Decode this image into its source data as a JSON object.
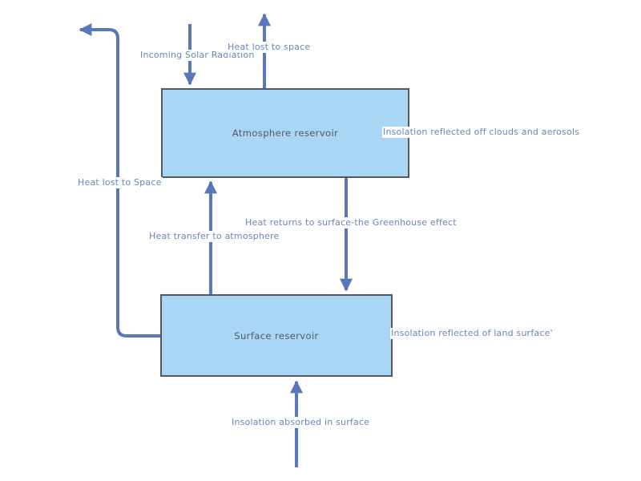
{
  "diagram": {
    "reservoirs": [
      {
        "id": "atmosphere",
        "label": "Atmosphere reservoir"
      },
      {
        "id": "surface",
        "label": "Surface reservoir"
      }
    ],
    "flow_labels": {
      "incoming_solar": "Incoming Solar Radiation",
      "heat_lost_top": "Heat lost to space",
      "heat_lost_left": "Heat lost to Space",
      "heat_transfer": "Heat transfer to atmosphere",
      "greenhouse_return": "Heat returns to surface-the Greenhouse effect",
      "insolation_clouds": "Insolation reflected off clouds and aerosols",
      "insolation_land": "Insolation reflected of land surface'",
      "insolation_absorbed": "Insolation absorbed in surface"
    },
    "edges": [
      {
        "name": "incoming-solar-radiation",
        "from": "space",
        "to": "atmosphere-reservoir",
        "direction": "down"
      },
      {
        "name": "heat-lost-to-space-top",
        "from": "atmosphere-reservoir",
        "to": "space",
        "direction": "up"
      },
      {
        "name": "heat-lost-to-space-left",
        "from": "surface-reservoir",
        "to": "space",
        "direction": "left-up"
      },
      {
        "name": "heat-transfer-to-atmosphere",
        "from": "surface-reservoir",
        "to": "atmosphere-reservoir",
        "direction": "up"
      },
      {
        "name": "greenhouse-return",
        "from": "atmosphere-reservoir",
        "to": "surface-reservoir",
        "direction": "down"
      },
      {
        "name": "insolation-absorbed",
        "from": "below",
        "to": "surface-reservoir",
        "direction": "up"
      }
    ]
  },
  "colors": {
    "box_fill": "#a9d6f5",
    "box_border": "#55595f",
    "arrow": "#5878ba",
    "flow_label_color": "#6886b8",
    "box_label_color": "#525a63",
    "background": "#ffffff"
  }
}
